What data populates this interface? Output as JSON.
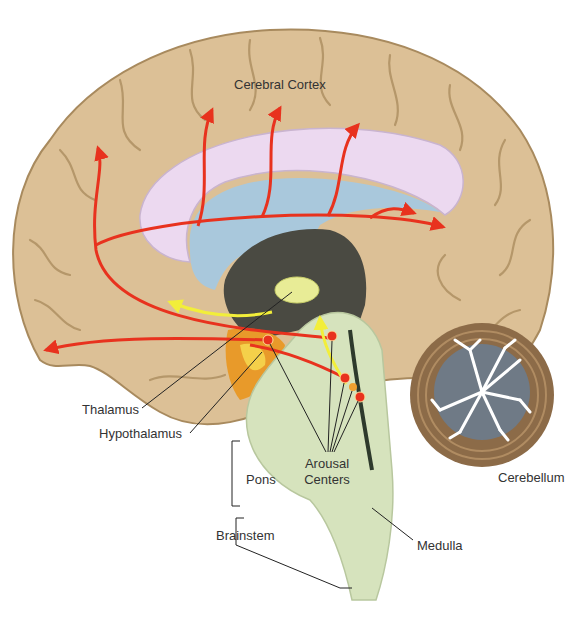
{
  "diagram": {
    "labels": [
      "Cerebral Cortex",
      "Thalamus",
      "Hypothalamus",
      "Arousal Centers",
      "Cerebellum",
      "Pons",
      "Brainstem",
      "Medulla"
    ]
  }
}
